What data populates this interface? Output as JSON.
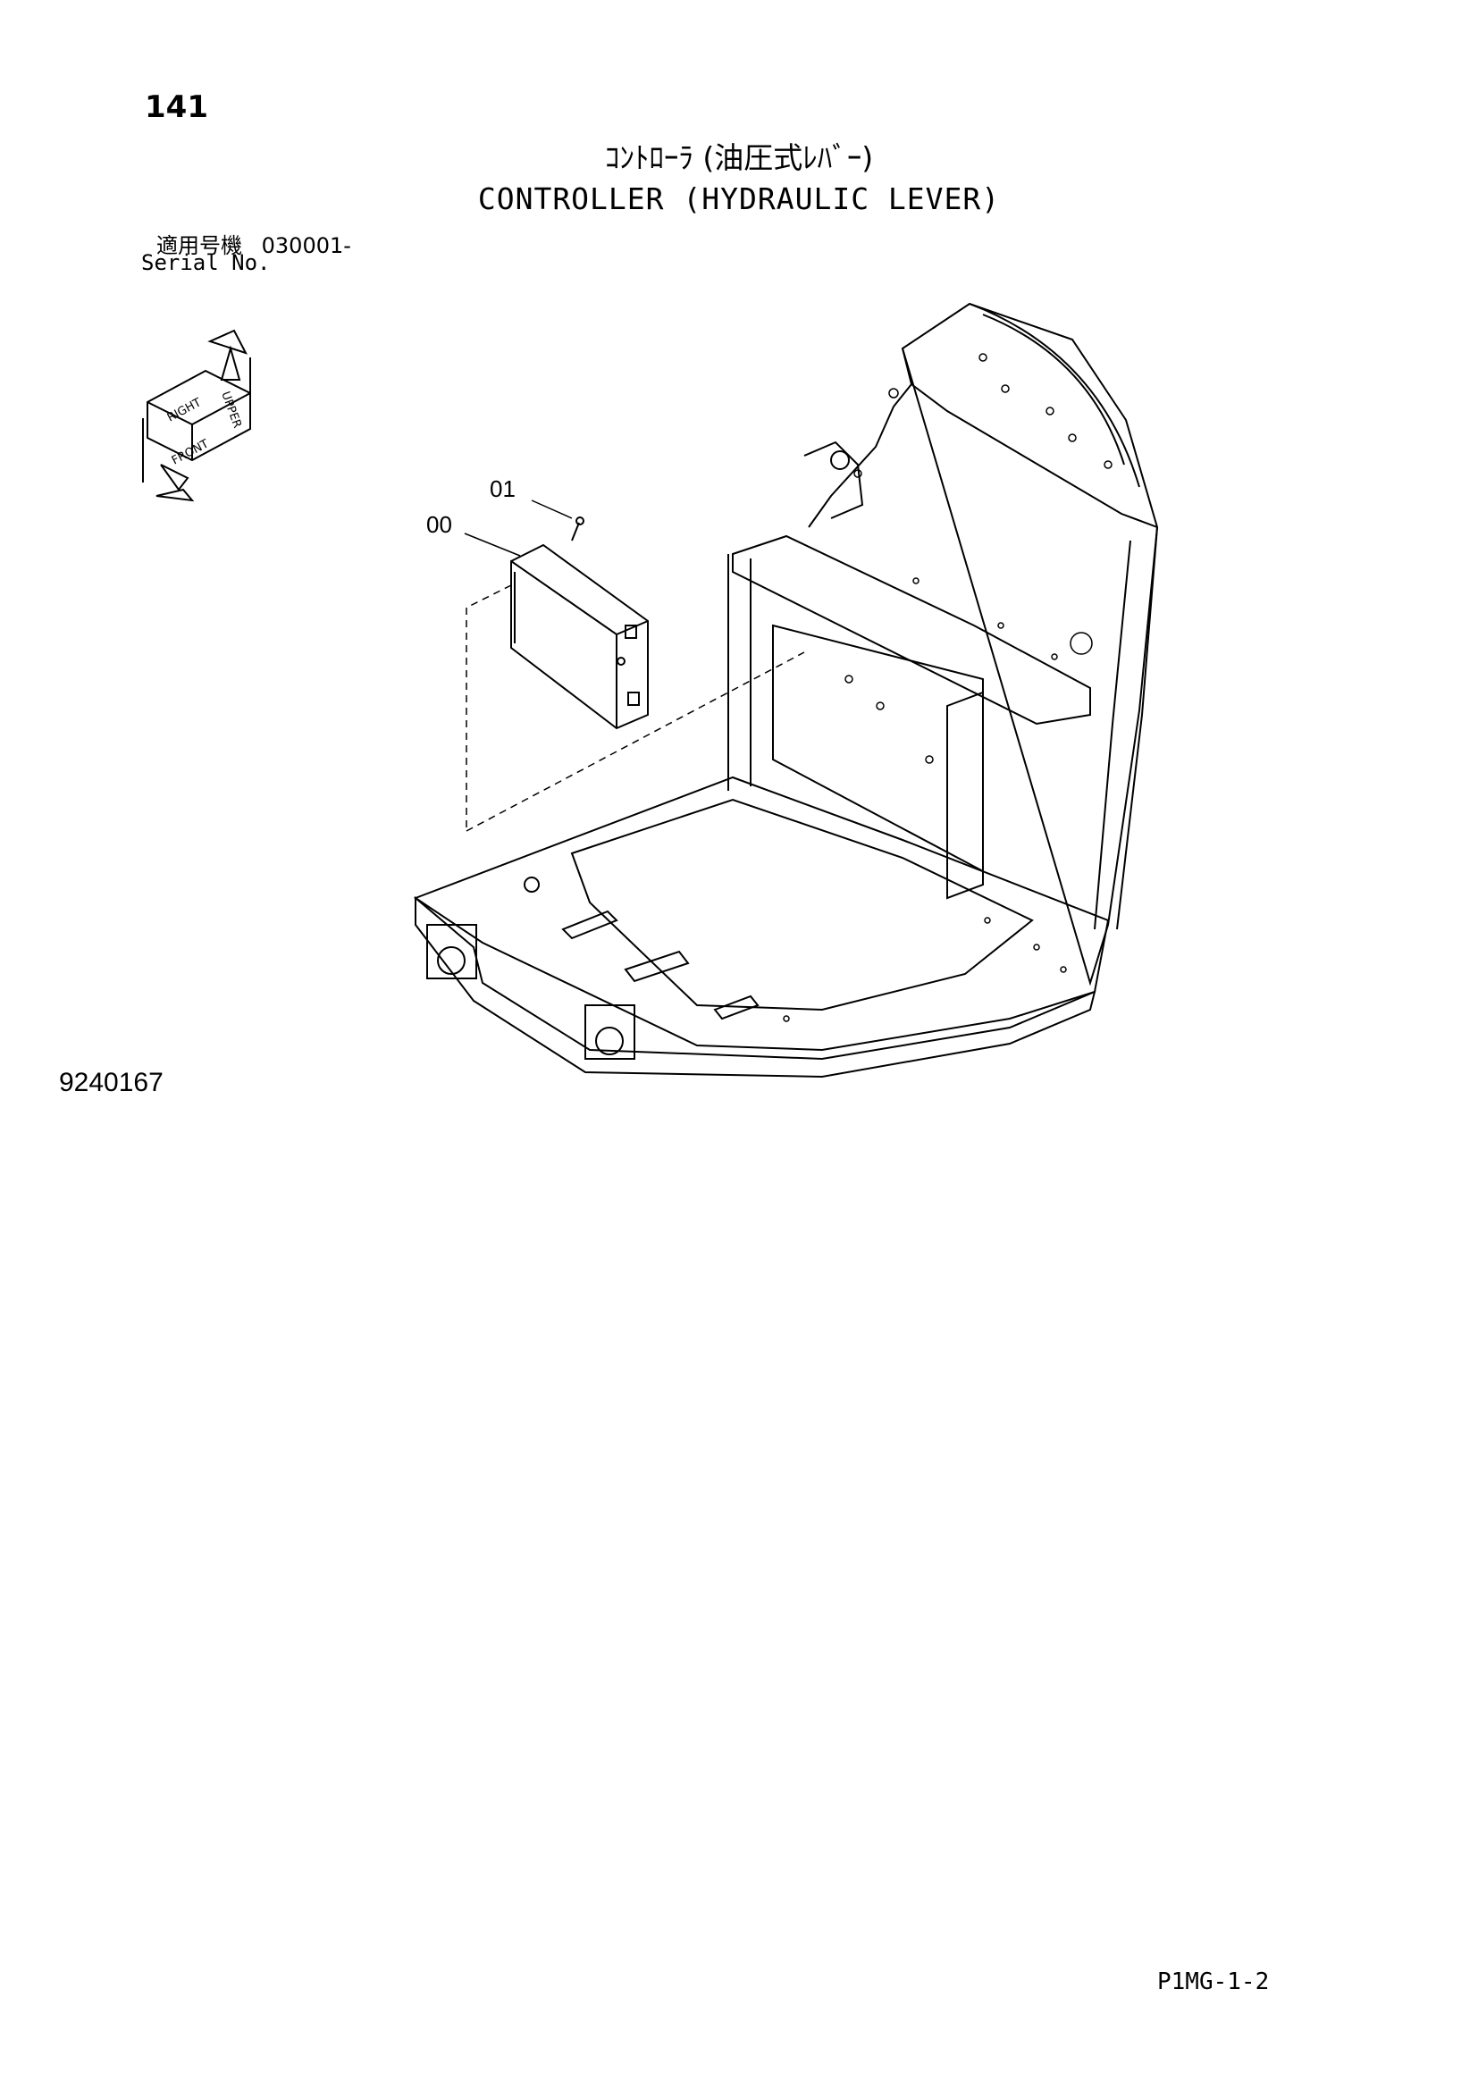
{
  "header": {
    "page_number": "141",
    "title_jp": "ｺﾝﾄﾛｰﾗ (油圧式ﾚﾊﾞｰ)",
    "title_en": "CONTROLLER (HYDRAULIC LEVER)",
    "serial_label_jp": "適用号機",
    "serial_value": "030001-",
    "serial_label_en": "Serial No."
  },
  "diagram": {
    "callouts": [
      "01",
      "00"
    ],
    "orientation_labels": [
      "UPPER",
      "RIGHT",
      "FRONT"
    ]
  },
  "footer": {
    "drawing_number": "9240167",
    "page_code": "P1MG-1-2"
  }
}
